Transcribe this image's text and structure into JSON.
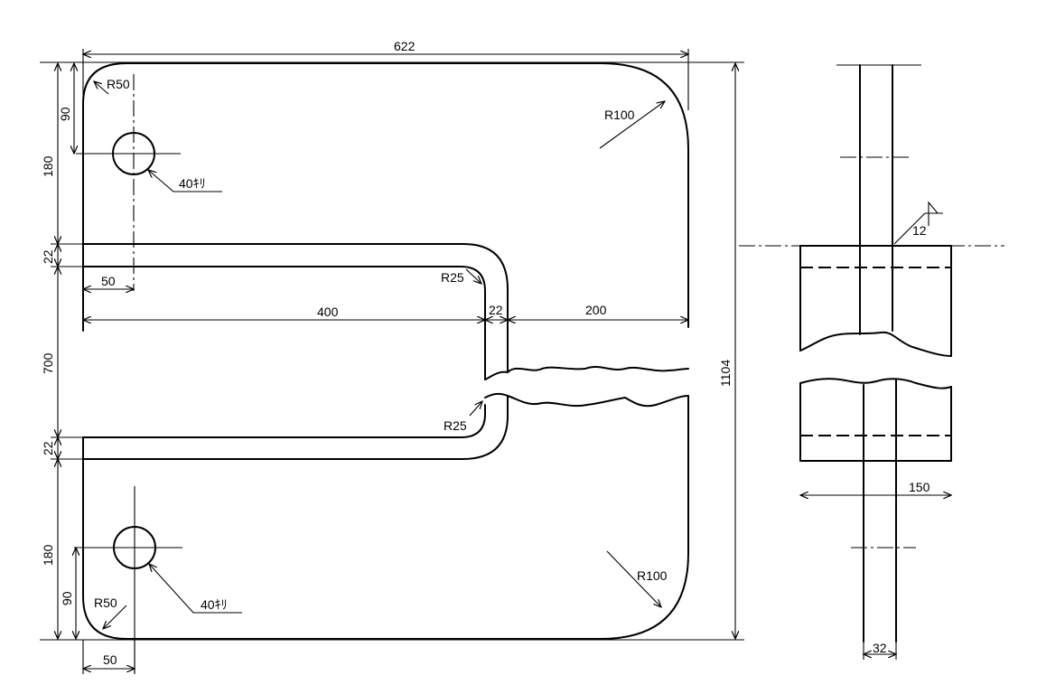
{
  "front_view": {
    "overall_width": "622",
    "overall_height": "1104",
    "top_hole_height": "180",
    "top_hole_offset": "90",
    "top_corner_radius": "R50",
    "top_right_radius": "R100",
    "top_hole_label": "40ｷﾘ",
    "slot_gap_top": "22",
    "slot_inner_radius_top": "R25",
    "hole_x_offset_top": "50",
    "slot_length": "400",
    "slot_width": "22",
    "slot_remaining": "200",
    "slot_span": "700",
    "slot_inner_radius_bottom": "R25",
    "slot_gap_bottom": "22",
    "bottom_hole_height": "180",
    "bottom_hole_offset": "90",
    "bottom_corner_radius": "R50",
    "bottom_hole_label": "40ｷﾘ",
    "bottom_right_radius": "R100",
    "hole_x_offset_bottom": "50"
  },
  "side_view": {
    "weld_size": "12",
    "width": "150",
    "thickness": "32"
  }
}
